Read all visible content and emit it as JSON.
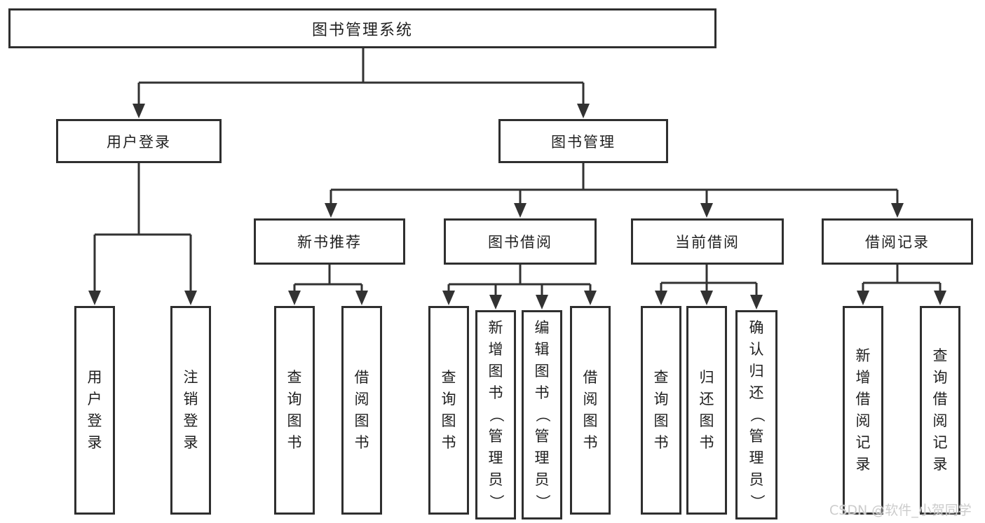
{
  "diagram": {
    "root": {
      "label": "图书管理系统"
    },
    "level2": [
      {
        "id": "user-login",
        "label": "用户登录"
      },
      {
        "id": "book-management",
        "label": "图书管理"
      }
    ],
    "level3": [
      {
        "id": "new-book-recommendation",
        "parent": "图书管理",
        "label": "新书推荐"
      },
      {
        "id": "book-borrowing",
        "parent": "图书管理",
        "label": "图书借阅"
      },
      {
        "id": "current-borrowing",
        "parent": "图书管理",
        "label": "当前借阅"
      },
      {
        "id": "borrowing-records",
        "parent": "图书管理",
        "label": "借阅记录"
      }
    ],
    "leaves": [
      {
        "parent": "用户登录",
        "label": "用户登录"
      },
      {
        "parent": "用户登录",
        "label": "注销登录"
      },
      {
        "parent": "新书推荐",
        "label": "查询图书"
      },
      {
        "parent": "新书推荐",
        "label": "借阅图书"
      },
      {
        "parent": "图书借阅",
        "label": "查询图书"
      },
      {
        "parent": "图书借阅",
        "label": "新增图书（管理员）"
      },
      {
        "parent": "图书借阅",
        "label": "编辑图书（管理员）"
      },
      {
        "parent": "图书借阅",
        "label": "借阅图书"
      },
      {
        "parent": "当前借阅",
        "label": "查询图书"
      },
      {
        "parent": "当前借阅",
        "label": "归还图书"
      },
      {
        "parent": "当前借阅",
        "label": "确认归还（管理员）"
      },
      {
        "parent": "借阅记录",
        "label": "新增借阅记录"
      },
      {
        "parent": "借阅记录",
        "label": "查询借阅记录"
      }
    ],
    "colors": {
      "line": "#323232",
      "box_border": "#2f2f2f",
      "text": "#1f1f1f",
      "background": "#ffffff",
      "watermark": "#cccccc"
    }
  },
  "watermark": {
    "text": "CSDN @软件_小贺同学"
  }
}
